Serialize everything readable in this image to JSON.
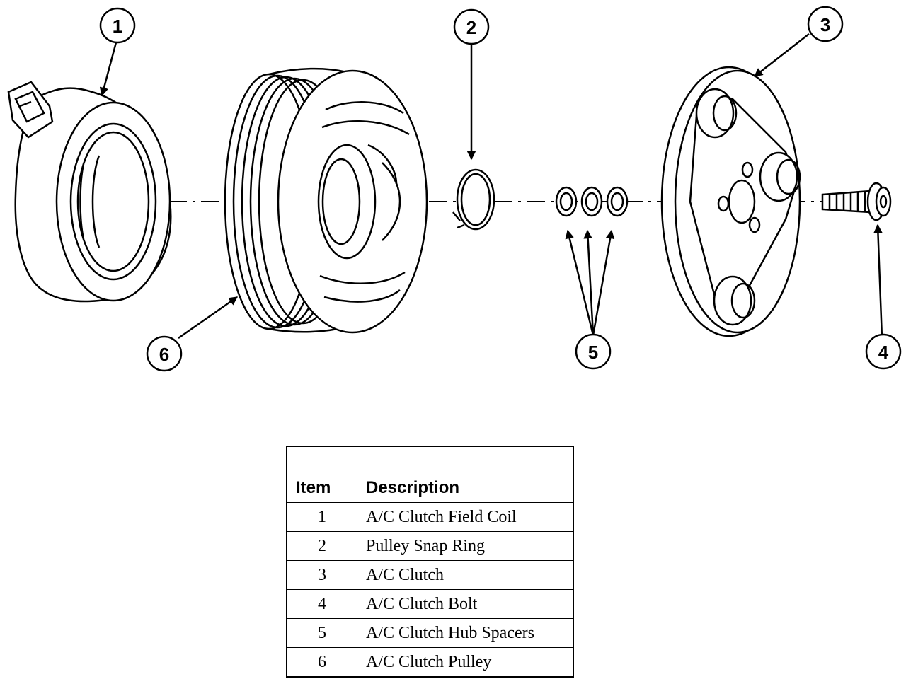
{
  "diagram": {
    "callouts": [
      {
        "number": "1",
        "part": "A/C Clutch Field Coil"
      },
      {
        "number": "2",
        "part": "Pulley Snap Ring"
      },
      {
        "number": "3",
        "part": "A/C Clutch"
      },
      {
        "number": "4",
        "part": "A/C Clutch Bolt"
      },
      {
        "number": "5",
        "part": "A/C Clutch Hub Spacers"
      },
      {
        "number": "6",
        "part": "A/C Clutch Pulley"
      }
    ]
  },
  "table": {
    "headers": {
      "item": "Item",
      "description": "Description"
    },
    "rows": [
      {
        "item": "1",
        "description": "A/C Clutch Field Coil"
      },
      {
        "item": "2",
        "description": "Pulley Snap Ring"
      },
      {
        "item": "3",
        "description": "A/C Clutch"
      },
      {
        "item": "4",
        "description": "A/C Clutch Bolt"
      },
      {
        "item": "5",
        "description": "A/C Clutch Hub Spacers"
      },
      {
        "item": "6",
        "description": "A/C Clutch Pulley"
      }
    ]
  }
}
